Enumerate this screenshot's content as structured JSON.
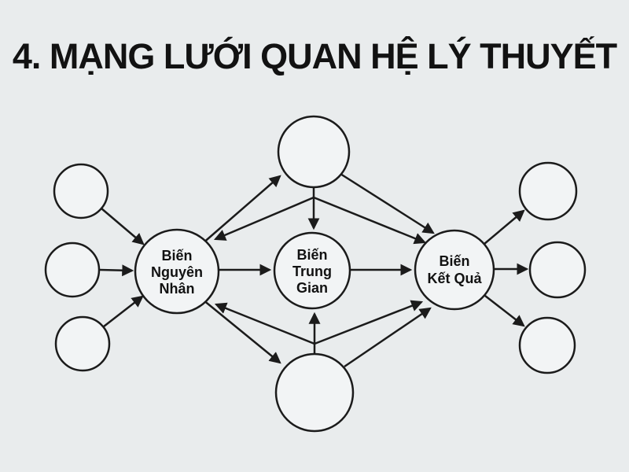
{
  "title": "4. MẠNG LƯỚI QUAN HỆ LÝ THUYẾT",
  "colors": {
    "background": "#e9eced",
    "node_fill": "#f2f4f5",
    "stroke": "#1b1b1b",
    "text": "#121212"
  },
  "nodes": {
    "cause": {
      "label": "Biến Nguyên Nhân",
      "lines": [
        "Biến",
        "Nguyên",
        "Nhân"
      ]
    },
    "mediator": {
      "label": "Biến Trung Gian",
      "lines": [
        "Biến",
        "Trung",
        "Gian"
      ]
    },
    "outcome": {
      "label": "Biến Kết Quả",
      "lines": [
        "Biến",
        "Kết Quả"
      ]
    },
    "top_latent": {
      "label": ""
    },
    "bottom_latent": {
      "label": ""
    },
    "input_1": {
      "label": ""
    },
    "input_2": {
      "label": ""
    },
    "input_3": {
      "label": ""
    },
    "output_1": {
      "label": ""
    },
    "output_2": {
      "label": ""
    },
    "output_3": {
      "label": ""
    }
  },
  "edges": [
    {
      "from": "input_1",
      "to": "cause"
    },
    {
      "from": "input_2",
      "to": "cause"
    },
    {
      "from": "input_3",
      "to": "cause"
    },
    {
      "from": "cause",
      "to": "top_latent"
    },
    {
      "from": "top_latent",
      "to": "cause"
    },
    {
      "from": "top_latent",
      "to": "mediator"
    },
    {
      "from": "top_latent",
      "to": "outcome",
      "via": "fan-junction"
    },
    {
      "from": "top_latent",
      "to": "outcome",
      "via": "direct"
    },
    {
      "from": "cause",
      "to": "mediator"
    },
    {
      "from": "mediator",
      "to": "outcome"
    },
    {
      "from": "cause",
      "to": "bottom_latent"
    },
    {
      "from": "bottom_latent",
      "to": "cause"
    },
    {
      "from": "bottom_latent",
      "to": "mediator"
    },
    {
      "from": "bottom_latent",
      "to": "outcome",
      "via": "fan-junction"
    },
    {
      "from": "bottom_latent",
      "to": "outcome",
      "via": "direct"
    },
    {
      "from": "outcome",
      "to": "output_1"
    },
    {
      "from": "outcome",
      "to": "output_2"
    },
    {
      "from": "outcome",
      "to": "output_3"
    }
  ]
}
